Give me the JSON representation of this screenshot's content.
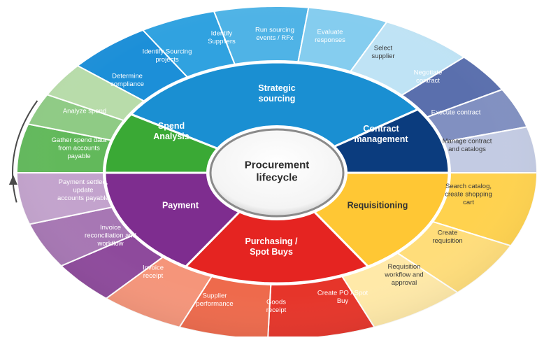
{
  "center": {
    "lines": [
      "Procurement",
      "lifecycle"
    ]
  },
  "phases": [
    {
      "id": "strategic-sourcing",
      "lines": [
        "Strategic",
        "sourcing"
      ],
      "color": "#1a8fd2",
      "steps": [
        {
          "lines": [
            "Identify Sourcing",
            "projects"
          ],
          "color": "#1c8fd8"
        },
        {
          "lines": [
            "Identify",
            "Suppliers"
          ],
          "color": "#30a2e0"
        },
        {
          "lines": [
            "Run sourcing",
            "events / RFx"
          ],
          "color": "#4fb3e6"
        },
        {
          "lines": [
            "Evaluate",
            "responses"
          ],
          "color": "#85cdef"
        },
        {
          "lines": [
            "Select",
            "supplier"
          ],
          "color": "#bfe3f5"
        }
      ]
    },
    {
      "id": "contract-management",
      "lines": [
        "Contract",
        "management"
      ],
      "color": "#0b3c7e",
      "steps": [
        {
          "lines": [
            "Negotiate",
            "contract"
          ],
          "color": "#5a6fad"
        },
        {
          "lines": [
            "Execute contract"
          ],
          "color": "#8190c1"
        },
        {
          "lines": [
            "Manage contract",
            "and catalogs"
          ],
          "color": "#c3cbe3"
        }
      ]
    },
    {
      "id": "requisitioning",
      "lines": [
        "Requisitioning"
      ],
      "color": "#ffc734",
      "steps": [
        {
          "lines": [
            "Search catalog,",
            "create shopping",
            "cart"
          ],
          "color": "#ffd24e"
        },
        {
          "lines": [
            "Create",
            "requisition"
          ],
          "color": "#ffdd7a"
        },
        {
          "lines": [
            "Requisition",
            "workflow and",
            "approval"
          ],
          "color": "#ffe9a8"
        }
      ]
    },
    {
      "id": "purchasing-spot-buys",
      "lines": [
        "Purchasing /",
        "Spot Buys"
      ],
      "color": "#e52421",
      "steps": [
        {
          "lines": [
            "Create PO / Spot",
            "Buy"
          ],
          "color": "#e6352a"
        },
        {
          "lines": [
            "Goods",
            "receipt"
          ],
          "color": "#ee6a4c"
        },
        {
          "lines": [
            "Supplier",
            "performance"
          ],
          "color": "#f5957a"
        }
      ]
    },
    {
      "id": "payment",
      "lines": [
        "Payment"
      ],
      "color": "#7e2d8f",
      "steps": [
        {
          "lines": [
            "Invoice",
            "receipt"
          ],
          "color": "#8e4a9c"
        },
        {
          "lines": [
            "Invoice",
            "reconciliation and",
            "workflow"
          ],
          "color": "#a777b4"
        },
        {
          "lines": [
            "Payment settled,",
            "update",
            "accounts payable"
          ],
          "color": "#c3a3cd"
        }
      ]
    },
    {
      "id": "spend-analysis",
      "lines": [
        "Spend",
        "Analysis"
      ],
      "color": "#3aa935",
      "steps": [
        {
          "lines": [
            "Gather spend data",
            "from accounts",
            "payable"
          ],
          "color": "#62b95b"
        },
        {
          "lines": [
            "Analyze spend"
          ],
          "color": "#8fcb85"
        },
        {
          "lines": [
            "Determine",
            "compliance"
          ],
          "color": "#b8dcaa"
        }
      ]
    }
  ]
}
